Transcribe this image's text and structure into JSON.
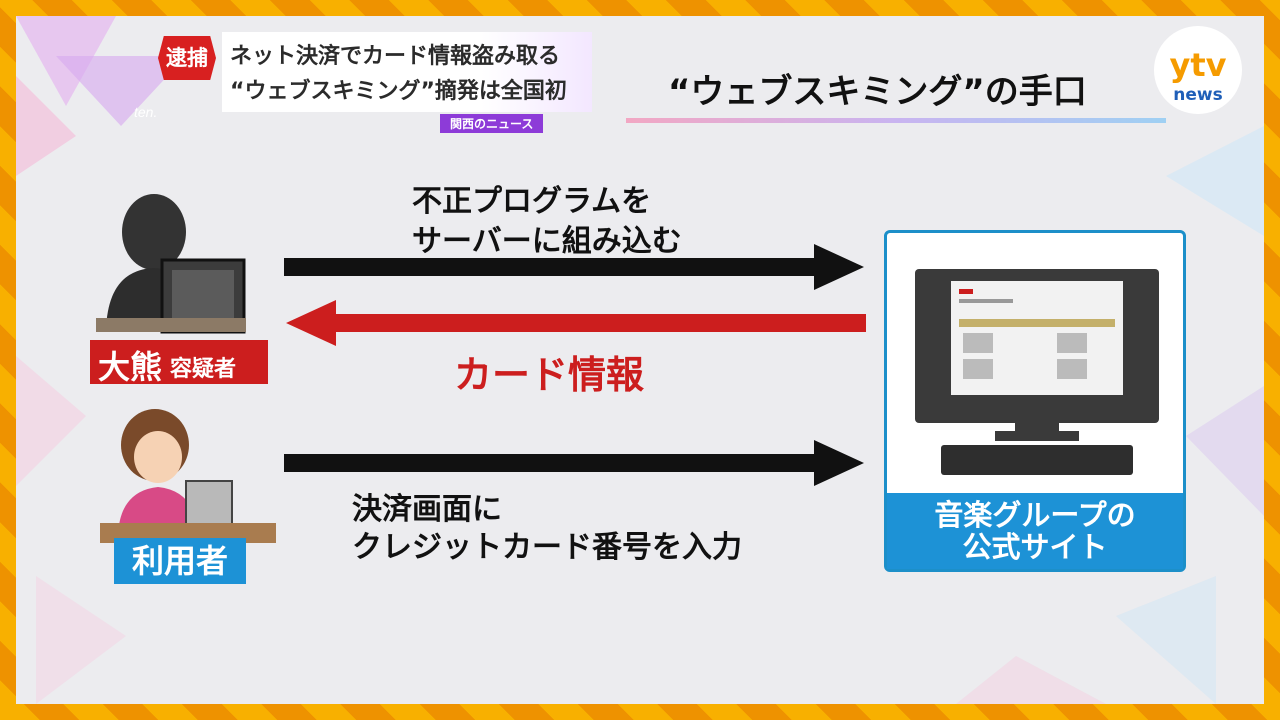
{
  "headline": {
    "tag": "逮捕",
    "line1": "ネット決済でカード情報盗み取る",
    "line2": "“ウェブスキミング”摘発は全国初",
    "program": "ten.",
    "segment": "関西のニュース"
  },
  "slide_title": "“ウェブスキミング”の手口",
  "logo": {
    "top": "ytv",
    "bottom": "news"
  },
  "suspect": {
    "name": "大熊",
    "suffix": "容疑者"
  },
  "user_label": "利用者",
  "site_label": [
    "音楽グループの",
    "公式サイト"
  ],
  "arrows": {
    "top": [
      "不正プログラムを",
      "サーバーに組み込む"
    ],
    "middle": "カード情報",
    "bottom": [
      "決済画面に",
      "クレジットカード番号を入力"
    ]
  },
  "colors": {
    "red": "#cc1e1e",
    "blue": "#1d92d6",
    "black": "#111111"
  }
}
